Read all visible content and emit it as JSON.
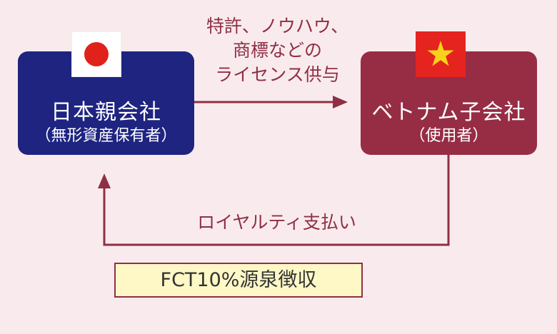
{
  "colors": {
    "background": "#f9ebed",
    "japan_box": "#1e2480",
    "vietnam_box": "#972d45",
    "arrow": "#8f2f45",
    "fct_fill": "#fdf8c6",
    "jp_flag_bg": "#ffffff",
    "jp_flag_disc": "#e0221a",
    "vn_flag_bg": "#e52420",
    "vn_flag_star": "#f7d21b"
  },
  "japan": {
    "title": "日本親会社",
    "subtitle": "（無形資産保有者）",
    "flag_icon": "japan-flag-icon"
  },
  "vietnam": {
    "title": "ベトナム子会社",
    "subtitle": "（使用者）",
    "flag_icon": "vietnam-flag-icon"
  },
  "license": {
    "line1": "特許、ノウハウ、",
    "line2": "商標などの",
    "line3": "ライセンス供与"
  },
  "royalty": {
    "label": "ロイヤルティ支払い"
  },
  "fct": {
    "label": "FCT10%源泉徴収"
  }
}
